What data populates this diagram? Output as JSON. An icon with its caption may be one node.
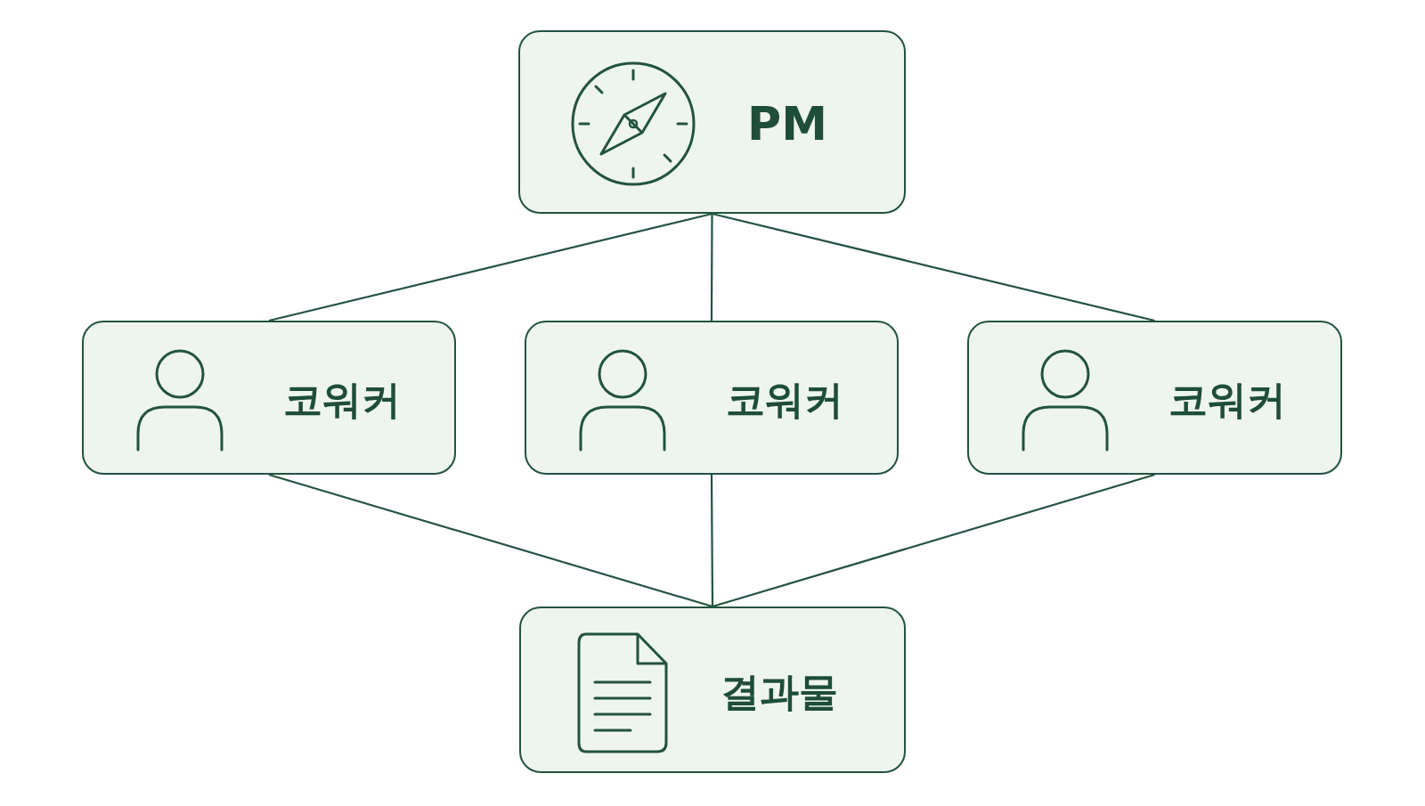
{
  "diagram": {
    "nodes": [
      {
        "text": [
          "PM"
        ]
      },
      {
        "text": [
          "코워커"
        ]
      },
      {
        "text": [
          "코워커"
        ]
      },
      {
        "text": [
          "코워커"
        ]
      },
      {
        "text": [
          "결과물"
        ]
      }
    ],
    "edges": [
      {
        "from": 0,
        "to": 1,
        "arrow": "none"
      },
      {
        "from": 0,
        "to": 2,
        "arrow": "none"
      },
      {
        "from": 0,
        "to": 3,
        "arrow": "none"
      },
      {
        "from": 1,
        "to": 4,
        "arrow": "none"
      },
      {
        "from": 2,
        "to": 4,
        "arrow": "none"
      },
      {
        "from": 3,
        "to": 4,
        "arrow": "none"
      }
    ]
  }
}
